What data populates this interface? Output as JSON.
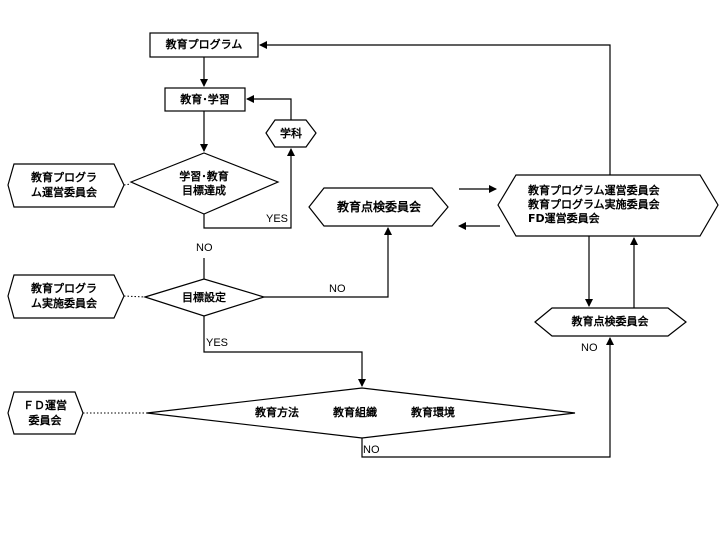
{
  "nodes": {
    "program": "教育プログラム",
    "edu_learning": "教育･学習",
    "dept": "学科",
    "decision_goal": [
      "学習･教育",
      "目標達成"
    ],
    "left_committee_1": [
      "教育プログラ",
      "ム運営委員会"
    ],
    "left_committee_2": [
      "教育プログラ",
      "ム実施委員会"
    ],
    "left_committee_3": [
      "ＦＤ運営",
      "委員会"
    ],
    "goal_setting": "目標設定",
    "review_committee_center": "教育点検委員会",
    "right_committees": [
      "教育プログラム運営委員会",
      "教育プログラム実施委員会",
      "FD運営委員会"
    ],
    "review_committee_right": "教育点検委員会",
    "bottom_items": [
      "教育方法",
      "教育組織",
      "教育環境"
    ]
  },
  "labels": {
    "yes_goal": "YES",
    "no_goal": "NO",
    "no_setting": "NO",
    "yes_setting": "YES",
    "no_review_right": "NO",
    "no_bottom": "NO"
  }
}
